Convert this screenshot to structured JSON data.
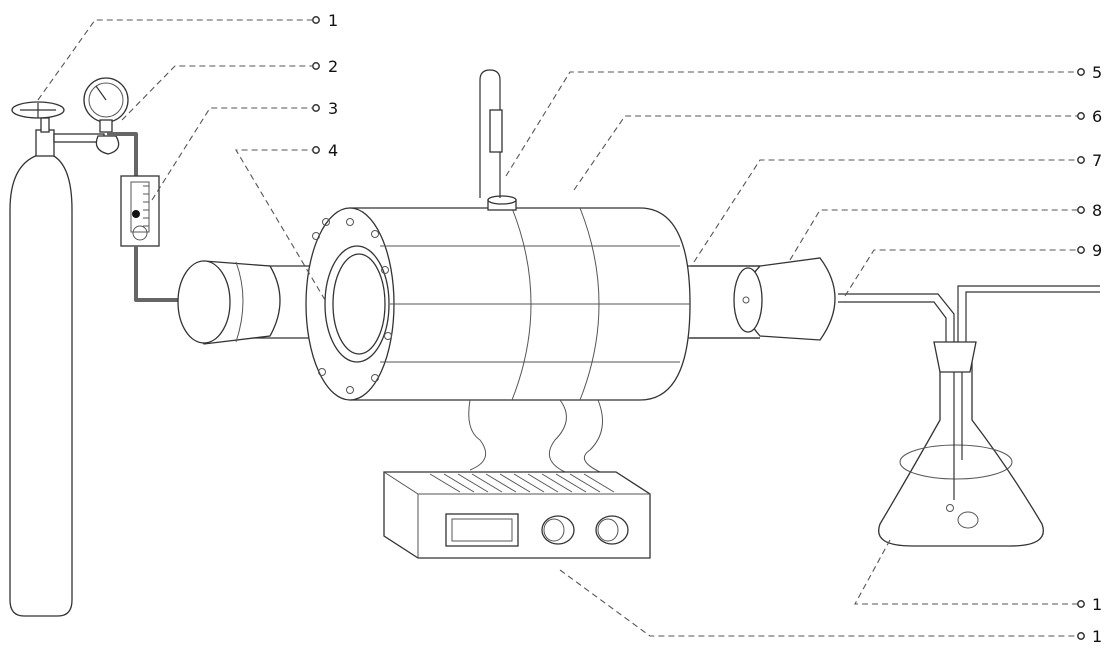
{
  "labels": {
    "l1": "1",
    "l2": "2",
    "l3": "3",
    "l4": "4",
    "l5": "5",
    "l6": "6",
    "l7": "7",
    "l8": "8",
    "l9": "9",
    "l10": "1",
    "l11": "1"
  }
}
